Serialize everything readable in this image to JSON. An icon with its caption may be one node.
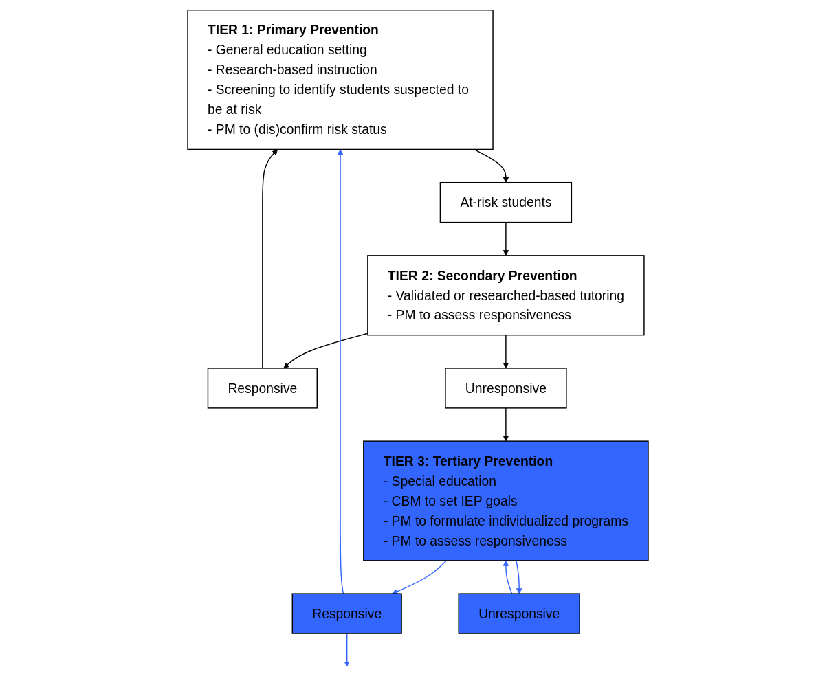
{
  "diagram": {
    "nodes": [
      {
        "text": [
          "TIER 1: Primary Prevention",
          "- General education setting",
          "- Research-based instruction",
          "- Screening to identify students suspected to be at risk",
          "- PM to (dis)confirm risk status"
        ]
      },
      {
        "text": [
          "At-risk students"
        ]
      },
      {
        "text": [
          "TIER 2: Secondary Prevention",
          "- Validated or researched-based tutoring",
          "- PM to assess responsiveness"
        ]
      },
      {
        "text": [
          "Responsive"
        ]
      },
      {
        "text": [
          "Unresponsive"
        ]
      },
      {
        "text": [
          "TIER 3: Tertiary Prevention",
          "- Special education",
          "- CBM to set IEP goals",
          "- PM to formulate individualized programs",
          "- PM to assess responsiveness"
        ]
      },
      {
        "text": [
          "Responsive"
        ]
      },
      {
        "text": [
          "Unresponsive"
        ]
      }
    ],
    "edges": [
      {
        "from": 0,
        "to": 1,
        "arrow": "to"
      },
      {
        "from": 1,
        "to": 2,
        "arrow": "to"
      },
      {
        "from": 2,
        "to": 3,
        "arrow": "to"
      },
      {
        "from": 2,
        "to": 4,
        "arrow": "to"
      },
      {
        "from": 3,
        "to": 0,
        "arrow": "to"
      },
      {
        "from": 4,
        "to": 5,
        "arrow": "to"
      },
      {
        "from": 5,
        "to": 6,
        "arrow": "to",
        "color": "#3366ff"
      },
      {
        "from": 5,
        "to": 7,
        "arrow": "to",
        "color": "#3366ff"
      },
      {
        "from": 6,
        "to": 0,
        "arrow": "to",
        "color": "#3366ff"
      },
      {
        "from": 6,
        "to": null,
        "arrow": "to",
        "color": "#3366ff"
      },
      {
        "from": 7,
        "to": 5,
        "arrow": "to",
        "color": "#3366ff"
      }
    ]
  }
}
